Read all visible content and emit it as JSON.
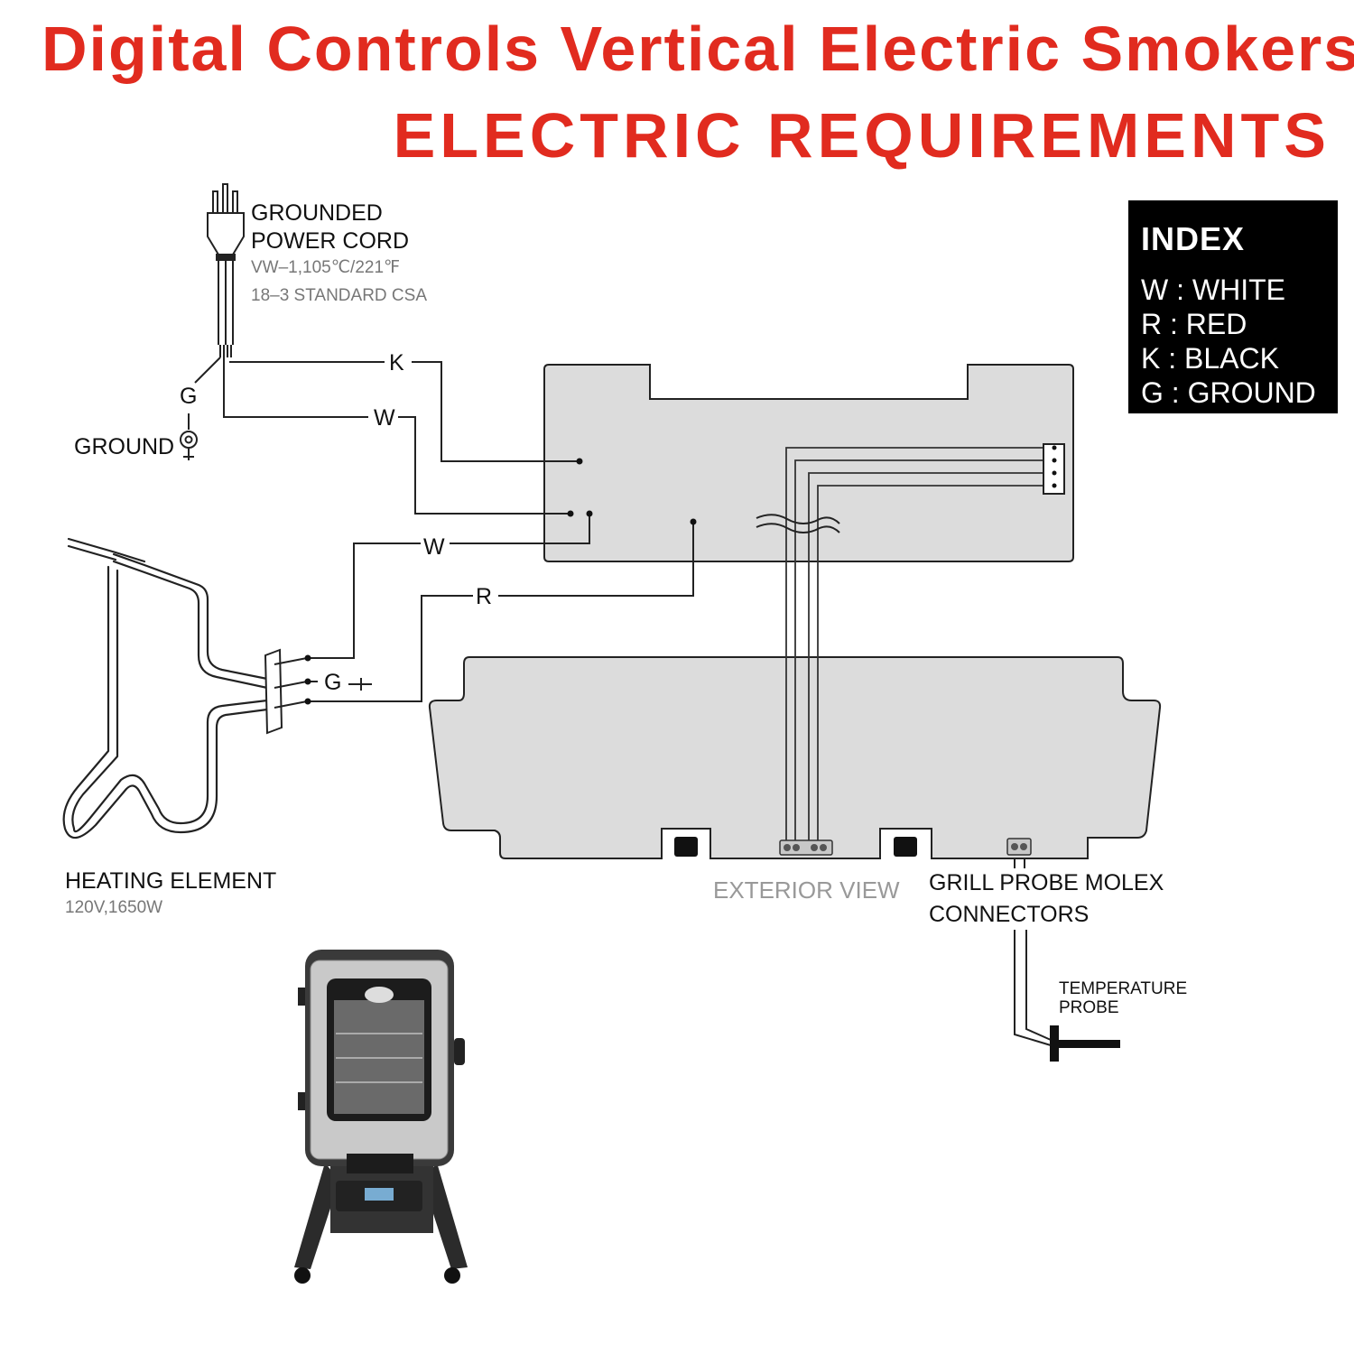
{
  "title": "Digital Controls Vertical Electric Smokers",
  "subtitle": "ELECTRIC REQUIREMENTS",
  "index": {
    "heading": "INDEX",
    "items": [
      "W : WHITE",
      "R : RED",
      "K : BLACK",
      "G : GROUND"
    ]
  },
  "power_cord": {
    "line1": "GROUNDED",
    "line2": "POWER CORD",
    "spec1": "VW–1,105℃/221℉",
    "spec2": "18–3 STANDARD CSA"
  },
  "wires": {
    "k": "K",
    "w_top": "W",
    "w_mid": "W",
    "r": "R",
    "g_cord": "G",
    "g_element": "G"
  },
  "ground_label": "GROUND",
  "heating_element": {
    "label": "HEATING ELEMENT",
    "spec": "120V,1650W"
  },
  "exterior_view": "EXTERIOR VIEW",
  "molex": {
    "line1": "GRILL PROBE MOLEX",
    "line2": "CONNECTORS"
  },
  "probe": {
    "line1": "TEMPERATURE",
    "line2": "PROBE"
  },
  "colors": {
    "title_red": "#e12b1f",
    "panel_fill": "#dcdcdc",
    "wire": "#222222"
  }
}
